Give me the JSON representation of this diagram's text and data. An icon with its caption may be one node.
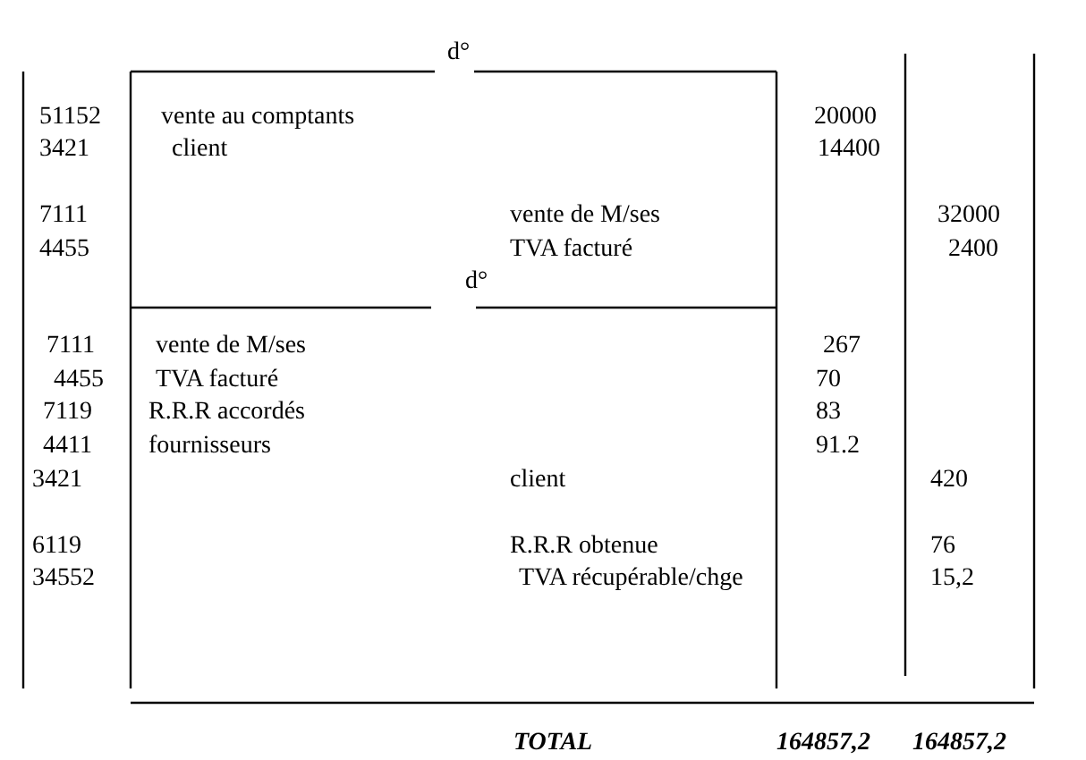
{
  "diagram": {
    "labels": [
      "d°",
      "51152",
      "vente au comptants",
      "20000",
      "3421",
      "client",
      "14400",
      "7111",
      "vente de M/ses",
      "32000",
      "4455",
      "TVA facturé",
      "2400",
      "d°",
      "7111",
      "vente de M/ses",
      "267",
      "4455",
      "TVA facturé",
      "70",
      "7119",
      "R.R.R accordés",
      "83",
      "4411",
      "fournisseurs",
      "91.2",
      "3421",
      "client",
      "420",
      "6119",
      "R.R.R obtenue",
      "76",
      "34552",
      "TVA récupérable/chge",
      "15,2",
      "TOTAL",
      "164857,2",
      "164857,2"
    ]
  }
}
